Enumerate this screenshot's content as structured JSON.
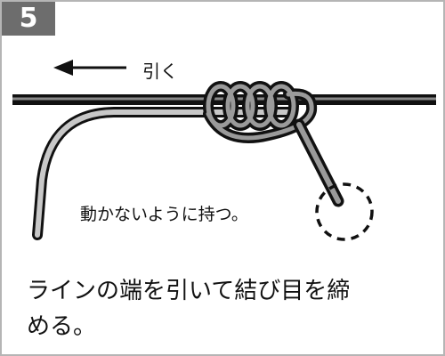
{
  "step": {
    "number": "5"
  },
  "labels": {
    "pull": "引く",
    "hold": "動かないように持つ。"
  },
  "caption": {
    "line1": "ラインの端を引いて結び目を締",
    "line2": "める。"
  },
  "colors": {
    "badge": "#6d6d6d",
    "line_outline": "#111111",
    "line_fill": "#9a9a9a",
    "frame_border": "#b5b5b5"
  },
  "icons": [
    "left-arrow-icon",
    "dashed-circle-icon"
  ]
}
